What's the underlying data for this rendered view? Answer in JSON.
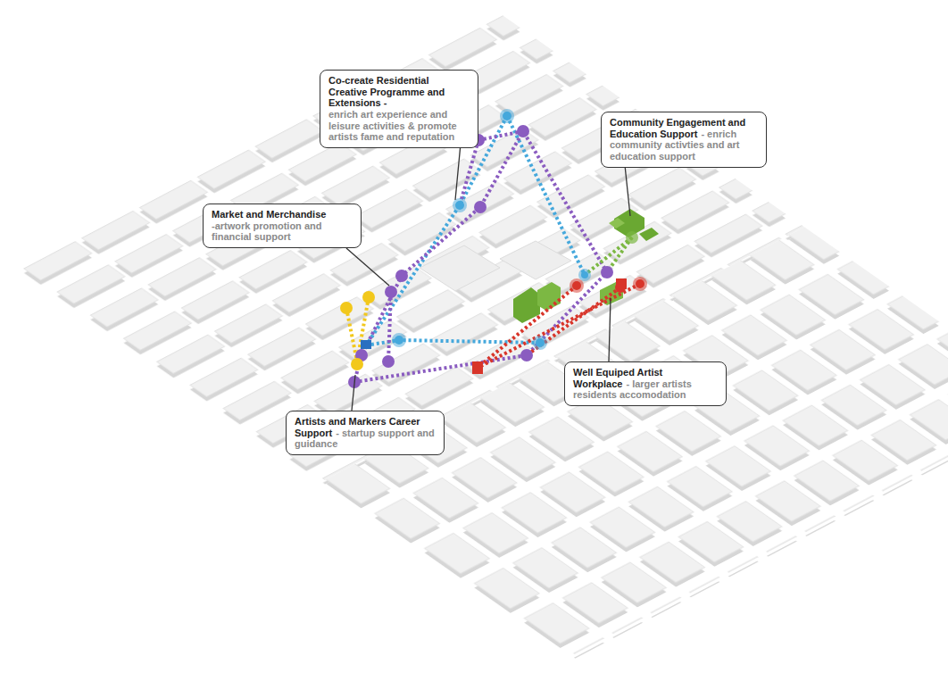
{
  "diagram": {
    "nodes": [
      {
        "text": [
          "Co-create Residential Creative Programme and Extensions -",
          "enrich art experience and leisure activities & promote artists fame and reputation"
        ]
      },
      {
        "text": [
          "Community Engagement and Education Support",
          "- enrich community activties and art education support"
        ]
      },
      {
        "text": [
          "Market and Merchandise",
          "-artwork promotion and financial support"
        ]
      },
      {
        "text": [
          "Well Equiped Artist Workplace",
          "- larger artists residents accomodation"
        ]
      },
      {
        "text": [
          "Artists and Markers Career Support",
          "- startup support and guidance"
        ]
      }
    ]
  }
}
